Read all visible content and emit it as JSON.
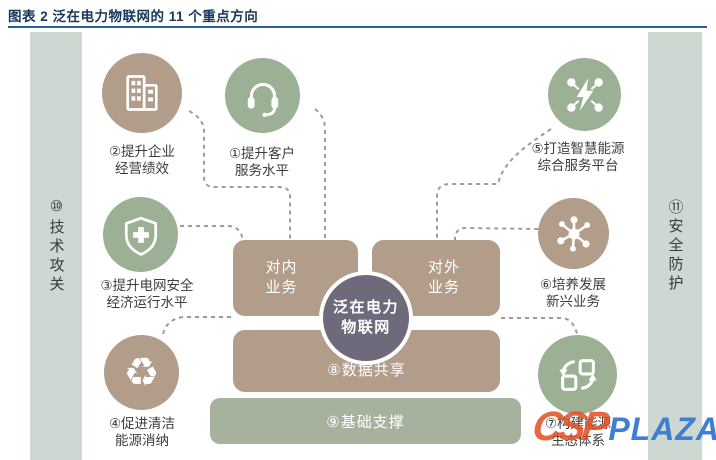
{
  "title": "图表 2  泛在电力物联网的 11 个重点方向",
  "bands": {
    "left": {
      "label": "⑩技术攻关"
    },
    "right": {
      "label": "⑪安全防护"
    }
  },
  "nodes": {
    "n1": {
      "line1": "①提升客户",
      "line2": "服务水平",
      "icon": "headset-icon",
      "color": "#9cb095"
    },
    "n2": {
      "line1": "②提升企业",
      "line2": "经营绩效",
      "icon": "buildings-icon",
      "color": "#b29c8a"
    },
    "n3": {
      "line1": "③提升电网安全",
      "line2": "经济运行水平",
      "icon": "shield-plus-icon",
      "color": "#9cb095"
    },
    "n4": {
      "line1": "④促进清洁",
      "line2": "能源消纳",
      "icon": "recycle-icon",
      "color": "#b29c8a"
    },
    "n5": {
      "line1": "⑤打造智慧能源",
      "line2": "综合服务平台",
      "icon": "energy-network-icon",
      "color": "#9cb095"
    },
    "n6": {
      "line1": "⑥培养发展",
      "line2": "新兴业务",
      "icon": "molecule-hub-icon",
      "color": "#b29c8a"
    },
    "n7": {
      "line1": "⑦构建能源",
      "line2": "生态体系",
      "icon": "cycle-squares-icon",
      "color": "#9cb095"
    }
  },
  "center": {
    "core_line1": "泛在电力",
    "core_line2": "物联网",
    "inner_line1": "对内",
    "inner_line2": "业务",
    "outer_line1": "对外",
    "outer_line2": "业务",
    "bar8": "⑧数据共享",
    "bar9": "⑨基础支撑"
  },
  "watermark": {
    "part1": "CSP",
    "part2": "PLAZA"
  },
  "colors": {
    "tan": "#b29c8a",
    "sage_green": "#9cb095",
    "core_circle": "#6e6a7b",
    "side_band": "#cdd8d2",
    "support_bar": "#a7b29e",
    "title_navy": "#16365c",
    "title_rule_blue": "#2b5fa0",
    "watermark_orange": "#e34e20",
    "watermark_blue": "#3f7ed0"
  }
}
